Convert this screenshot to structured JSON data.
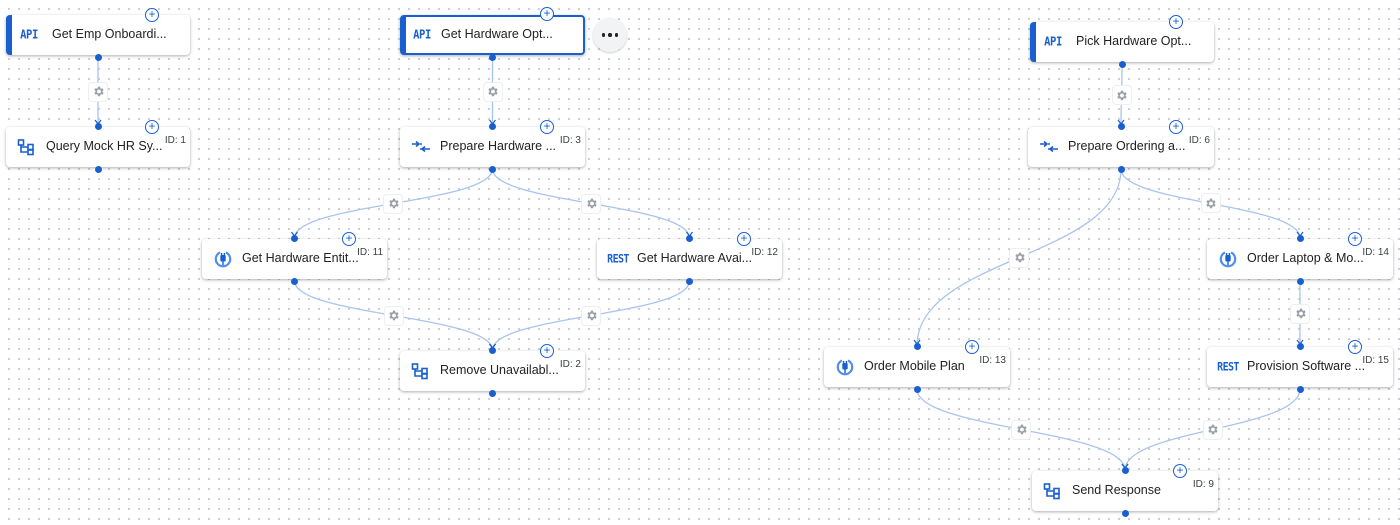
{
  "colors": {
    "accent": "#1a5fd0",
    "edge": "#a8c4ee",
    "gear": "#9aa0a6"
  },
  "nodes": [
    {
      "key": "n1",
      "label": "Get Emp Onboardi...",
      "icon": "api-icon",
      "trigger": true
    },
    {
      "key": "n2",
      "label": "Query Mock HR Sy...",
      "id": "ID: 1",
      "icon": "data-mapping-icon"
    },
    {
      "key": "n3",
      "label": "Get Hardware Opt...",
      "icon": "api-icon",
      "trigger": true,
      "selected": true
    },
    {
      "key": "n4",
      "label": "Prepare Hardware ...",
      "id": "ID: 3",
      "icon": "mapping-arrows-icon"
    },
    {
      "key": "n5",
      "label": "Get Hardware Entit...",
      "id": "ID: 11",
      "icon": "connector-icon"
    },
    {
      "key": "n6",
      "label": "Get Hardware Avai...",
      "id": "ID: 12",
      "icon": "rest-icon"
    },
    {
      "key": "n7",
      "label": "Remove Unavailabl...",
      "id": "ID: 2",
      "icon": "data-mapping-icon"
    },
    {
      "key": "n8",
      "label": "Pick Hardware Opt...",
      "icon": "api-icon",
      "trigger": true
    },
    {
      "key": "n9",
      "label": "Prepare Ordering a...",
      "id": "ID: 6",
      "icon": "mapping-arrows-icon"
    },
    {
      "key": "n10",
      "label": "Order Laptop & Mo...",
      "id": "ID: 14",
      "icon": "connector-icon"
    },
    {
      "key": "n11",
      "label": "Provision Software ...",
      "id": "ID: 15",
      "icon": "rest-icon"
    },
    {
      "key": "n12",
      "label": "Order Mobile Plan",
      "id": "ID: 13",
      "icon": "connector-icon"
    },
    {
      "key": "n13",
      "label": "Send Response",
      "id": "ID: 9",
      "icon": "data-mapping-icon"
    }
  ],
  "icon_text": {
    "api": "API",
    "rest": "REST"
  },
  "edges": [
    {
      "from": "n1",
      "to": "n2"
    },
    {
      "from": "n3",
      "to": "n4"
    },
    {
      "from": "n4",
      "to": "n5"
    },
    {
      "from": "n4",
      "to": "n6"
    },
    {
      "from": "n5",
      "to": "n7"
    },
    {
      "from": "n6",
      "to": "n7"
    },
    {
      "from": "n8",
      "to": "n9"
    },
    {
      "from": "n9",
      "to": "n12"
    },
    {
      "from": "n9",
      "to": "n10"
    },
    {
      "from": "n10",
      "to": "n11"
    },
    {
      "from": "n12",
      "to": "n13"
    },
    {
      "from": "n11",
      "to": "n13"
    }
  ]
}
